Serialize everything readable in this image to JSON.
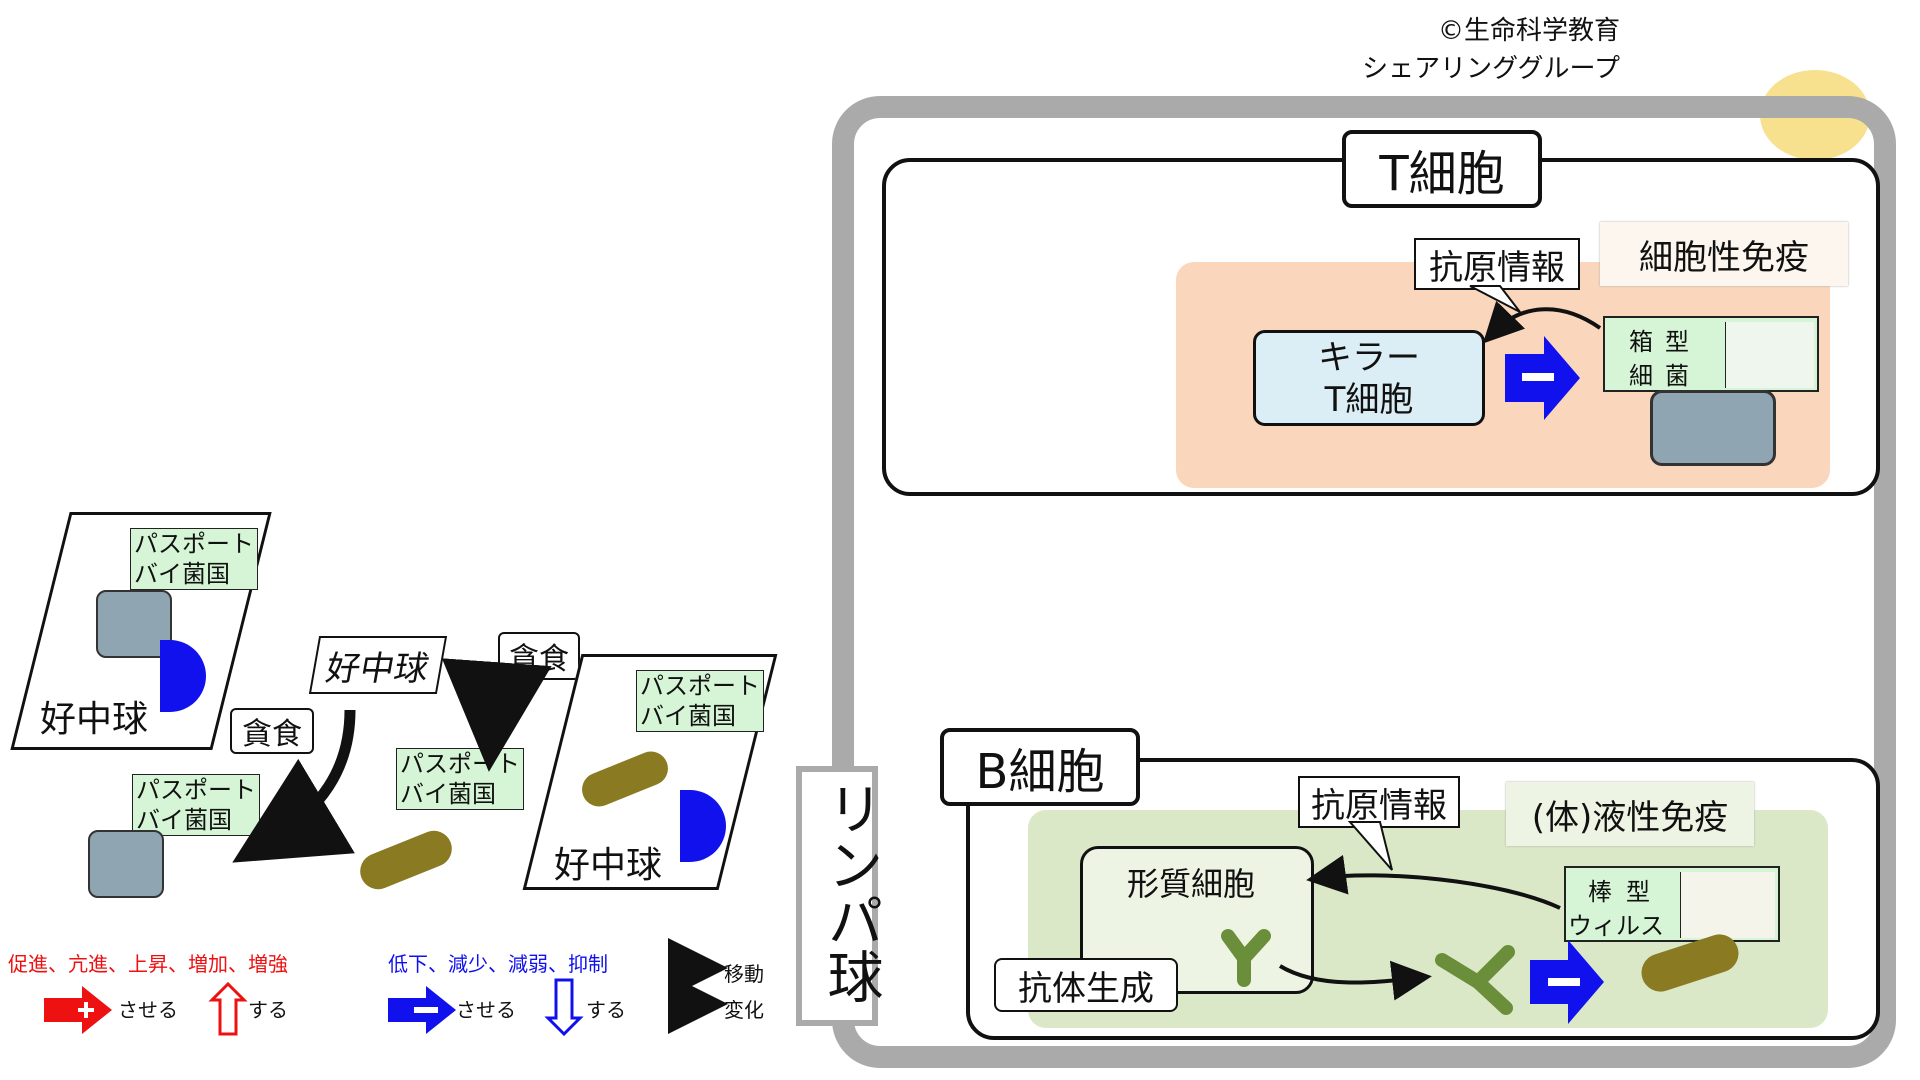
{
  "copyright": {
    "line1": "©生命科学教育",
    "line2": "シェアリンググループ"
  },
  "lymphocyte": {
    "label": "リンパ球"
  },
  "t_cell": {
    "title": "T細胞",
    "antigen_info": "抗原情報",
    "immunity": "細胞性免疫",
    "killer_line1": "キラー",
    "killer_line2": "T細胞",
    "target_tag": {
      "col1_top": "箱",
      "col2_top": "型",
      "col1_bottom": "細",
      "col2_bottom": "菌"
    }
  },
  "b_cell": {
    "title": "B細胞",
    "antigen_info": "抗原情報",
    "immunity": "(体)液性免疫",
    "plasma_cell": "形質細胞",
    "antibody": "抗体生成",
    "target_tag": {
      "col1_top": "棒",
      "col2_top": "型",
      "bottom": "ウィルス"
    }
  },
  "left": {
    "neutrophil": "好中球",
    "phagocytosis_1": "貪食",
    "phagocytosis_2": "貪食",
    "passport_line1": "パスポート",
    "passport_line2": "バイ菌国"
  },
  "legend": {
    "increase_words": "促進、亢進、上昇、増加、増強",
    "decrease_words": "低下、減少、減弱、抑制",
    "make": "させる",
    "do": "する",
    "move": "移動",
    "change": "変化"
  },
  "colors": {
    "increase": "#ee1111",
    "decrease": "#1111ee",
    "t_panel": "#fad6bc",
    "b_panel": "#dbe8c8",
    "lymph_border": "#aaaaaa",
    "killer_fill": "#dbeef5",
    "antibody": "#6b8e3a"
  }
}
